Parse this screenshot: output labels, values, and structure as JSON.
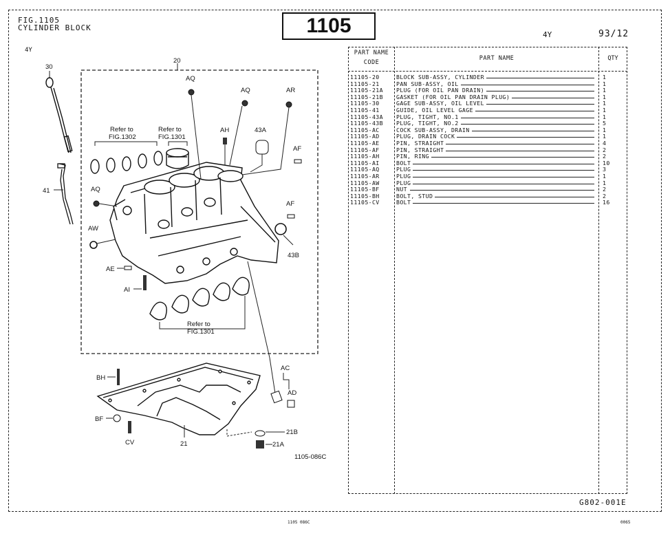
{
  "header": {
    "fig_line1": "FIG.1105",
    "fig_line2": "CYLINDER BLOCK",
    "fig_number": "1105",
    "model": "4Y",
    "date": "93/12",
    "model_tag": "4Y"
  },
  "diagram": {
    "callouts": {
      "c20": "20",
      "c30": "30",
      "c41": "41",
      "cAQ1": "AQ",
      "cAQ2": "AQ",
      "cAQ3": "AQ",
      "cAR": "AR",
      "cAH": "AH",
      "c43A": "43A",
      "cAF1": "AF",
      "cAF2": "AF",
      "c43B": "43B",
      "cAW": "AW",
      "cAE": "AE",
      "cAI": "AI",
      "cBH": "BH",
      "cBF": "BF",
      "cCV": "CV",
      "c21": "21",
      "cAC": "AC",
      "cAD": "AD",
      "c21B": "21B",
      "c21A": "21A"
    },
    "refer_1302_a": "Refer to",
    "refer_1302_b": "FIG.1302",
    "refer_1301_a": "Refer to",
    "refer_1301_b": "FIG.1301",
    "refer_bottom_a": "Refer to",
    "refer_bottom_b": "FIG.1301",
    "drawing_code": "1105-086C"
  },
  "table": {
    "header_code_1": "PART NAME",
    "header_code_2": "CODE",
    "header_name": "PART   NAME",
    "header_qty": "QTY",
    "rows": [
      {
        "code": "11105-20",
        "name": "BLOCK SUB-ASSY, CYLINDER",
        "qty": "1"
      },
      {
        "code": "11105-21",
        "name": "PAN SUB-ASSY, OIL",
        "qty": "1"
      },
      {
        "code": "11105-21A",
        "name": "PLUG (FOR OIL PAN DRAIN)",
        "qty": "1"
      },
      {
        "code": "11105-21B",
        "name": "GASKET (FOR OIL PAN DRAIN PLUG)",
        "qty": "1"
      },
      {
        "code": "11105-30",
        "name": "GAGE SUB-ASSY, OIL LEVEL",
        "qty": "1"
      },
      {
        "code": "11105-41",
        "name": "GUIDE, OIL LEVEL GAGE",
        "qty": "1"
      },
      {
        "code": "11105-43A",
        "name": "PLUG, TIGHT, NO.1",
        "qty": "1"
      },
      {
        "code": "11105-43B",
        "name": "PLUG, TIGHT, NO.2",
        "qty": "5"
      },
      {
        "code": "11105-AC",
        "name": "COCK SUB-ASSY, DRAIN",
        "qty": "1"
      },
      {
        "code": "11105-AD",
        "name": "PLUG, DRAIN COCK",
        "qty": "1"
      },
      {
        "code": "11105-AE",
        "name": "PIN, STRAIGHT",
        "qty": "4"
      },
      {
        "code": "11105-AF",
        "name": "PIN, STRAIGHT",
        "qty": "2"
      },
      {
        "code": "11105-AH",
        "name": "PIN, RING",
        "qty": "2"
      },
      {
        "code": "11105-AI",
        "name": "BOLT",
        "qty": "10"
      },
      {
        "code": "11105-AQ",
        "name": "PLUG",
        "qty": "3"
      },
      {
        "code": "11105-AR",
        "name": "PLUG",
        "qty": "1"
      },
      {
        "code": "11105-AW",
        "name": "PLUG",
        "qty": "1"
      },
      {
        "code": "11105-BF",
        "name": "NUT",
        "qty": "2"
      },
      {
        "code": "11105-BH",
        "name": "BOLT, STUD",
        "qty": "2"
      },
      {
        "code": "11105-CV",
        "name": "BOLT",
        "qty": "16"
      }
    ]
  },
  "footer": {
    "sheet_code": "G802-001E",
    "print_code_left": "1105  086C",
    "print_code_right": "0065"
  }
}
